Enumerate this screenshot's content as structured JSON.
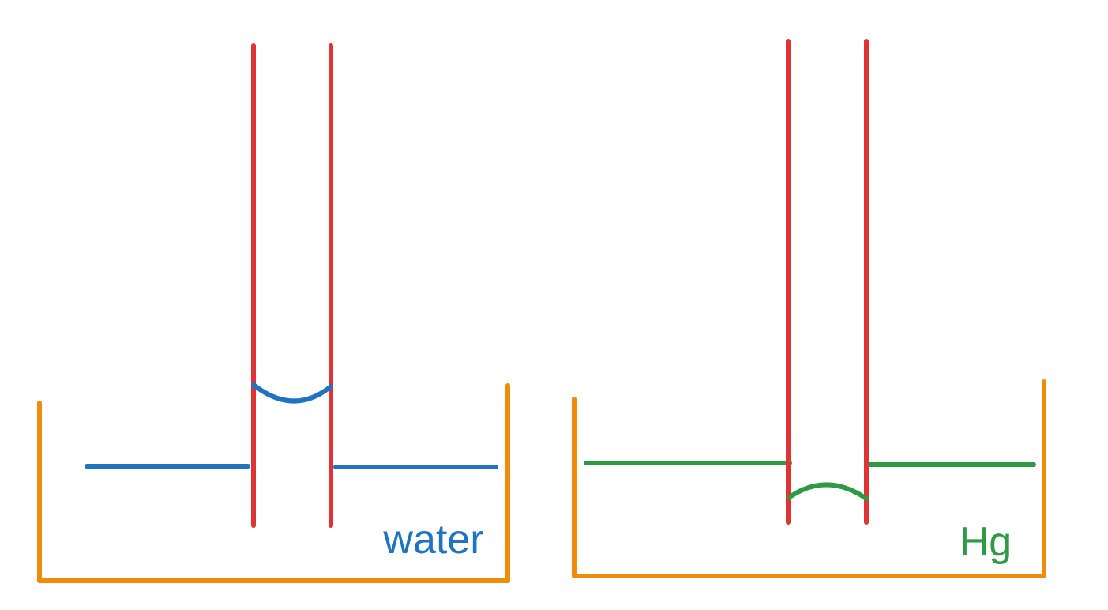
{
  "colors": {
    "tube": "#e03333",
    "container": "#f08c0c",
    "water": "#1f73c2",
    "mercury": "#2e9a44"
  },
  "panels": [
    {
      "label": "water",
      "liquid_color": "water",
      "meniscus": "concave"
    },
    {
      "label": "Hg",
      "liquid_color": "mercury",
      "meniscus": "convex"
    }
  ]
}
